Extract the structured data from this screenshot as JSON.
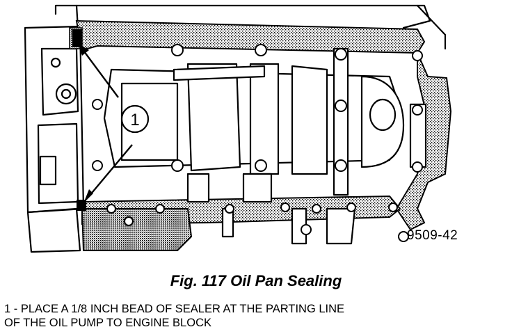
{
  "figure": {
    "callout_number": "1",
    "figure_number": "9509-42",
    "icon": "engine-block-oil-pan-sealer-illustration"
  },
  "caption": "Fig. 117 Oil Pan Sealing",
  "callout_lines": [
    "1 - PLACE A 1/8 INCH BEAD OF SEALER AT THE PARTING LINE",
    "OF THE OIL PUMP TO ENGINE BLOCK"
  ]
}
